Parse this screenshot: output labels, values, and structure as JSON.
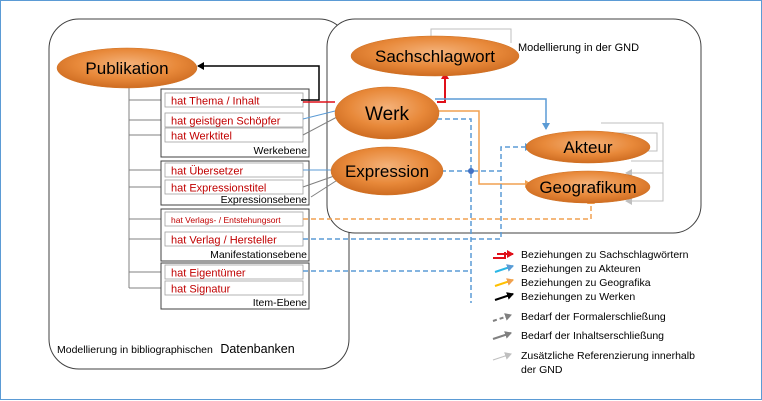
{
  "left_panel": {
    "caption_small": "Modellierung in bibliographischen",
    "caption_large": "Datenbanken"
  },
  "right_panel": {
    "caption": "Modellierung in der GND"
  },
  "nodes": {
    "publikation": "Publikation",
    "sachschlagwort": "Sachschlagwort",
    "werk": "Werk",
    "expression": "Expression",
    "akteur": "Akteur",
    "geografikum": "Geografikum"
  },
  "groups": {
    "werkebene": {
      "label": "Werkebene",
      "items": [
        "hat Thema / Inhalt",
        "hat geistigen Schöpfer",
        "hat Werktitel"
      ]
    },
    "expressionsebene": {
      "label": "Expressionsebene",
      "items": [
        "hat Übersetzer",
        "hat Expressionstitel"
      ]
    },
    "manifestationsebene": {
      "label": "Manifestationsebene",
      "items": [
        "hat Verlags- / Entstehungsort",
        "hat Verlag / Hersteller"
      ]
    },
    "item_ebene": {
      "label": "Item-Ebene",
      "items": [
        "hat Eigentümer",
        "hat Signatur"
      ]
    }
  },
  "legend": [
    {
      "label": "Beziehungen zu Sachschlagwörtern",
      "color": "#e0101a",
      "style": "solid"
    },
    {
      "label": "Beziehungen zu Akteuren",
      "color": "#2ab6e6",
      "style": "solid"
    },
    {
      "label": "Beziehungen zu Geografika",
      "color": "#ffc000",
      "style": "solid"
    },
    {
      "label": "Beziehungen zu Werken",
      "color": "#000000",
      "style": "solid"
    },
    {
      "label": "Bedarf der Formalerschließung",
      "color": "#808080",
      "style": "dashed"
    },
    {
      "label": "Bedarf der Inhaltserschließung",
      "color": "#808080",
      "style": "solid"
    },
    {
      "label": "Zusätzliche Referenzierung innerhalb",
      "color": "#bfbfbf",
      "style": "thin"
    },
    {
      "label": "der GND",
      "color": "",
      "style": "none"
    }
  ],
  "colors": {
    "node_fill": "#e6893a",
    "relation_text": "#c00000",
    "frame": "#5b9bd5"
  }
}
